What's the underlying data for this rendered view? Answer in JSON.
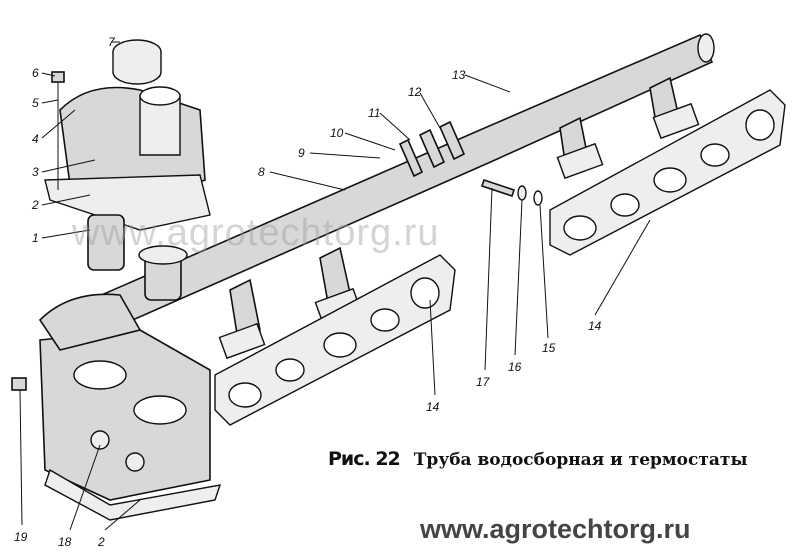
{
  "figure": {
    "number": "Рис. 22",
    "title": "Труба водосборная и термостаты"
  },
  "watermark": "www.agrotechtorg.ru",
  "labels": [
    "1",
    "2",
    "3",
    "4",
    "5",
    "6",
    "7",
    "8",
    "9",
    "10",
    "11",
    "12",
    "13",
    "14",
    "15",
    "16",
    "17",
    "18",
    "19"
  ],
  "extra_labels": {
    "gasket_left": "14",
    "gasket_bottom_right": "2"
  }
}
